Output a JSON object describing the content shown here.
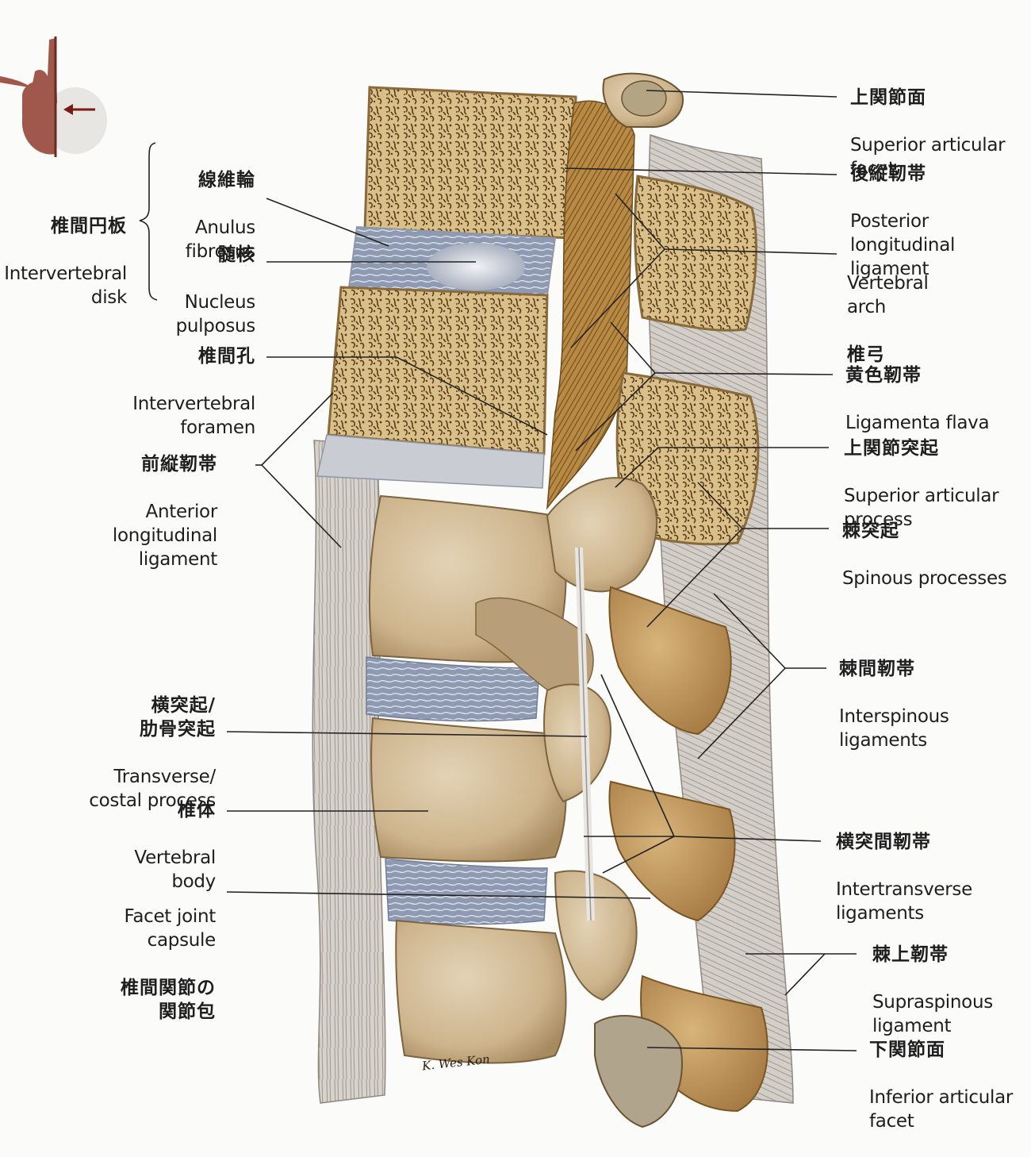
{
  "labels": {
    "left": {
      "intervertebral_disk": {
        "jp": "椎間円板",
        "en": "Intervertebral\ndisk"
      },
      "anulus_fibrosus": {
        "jp": "線維輪",
        "en": "Anulus\nfibrosus"
      },
      "nucleus_pulposus": {
        "jp": "髄核",
        "en": "Nucleus\npulposus"
      },
      "intervertebral_foramen": {
        "jp": "椎間孔",
        "en": "Intervertebral\nforamen"
      },
      "anterior_longitudinal_ligament": {
        "jp": "前縦靭帯",
        "en": "Anterior\nlongitudinal\nligament"
      },
      "transverse_costal_process": {
        "jp": "横突起/\n肋骨突起",
        "en": "Transverse/\ncostal process"
      },
      "vertebral_body": {
        "jp": "椎体",
        "en": "Vertebral\nbody"
      },
      "facet_joint_capsule": {
        "en": "Facet joint\ncapsule",
        "jp": "椎間関節の\n関節包"
      }
    },
    "right": {
      "superior_articular_facet": {
        "jp": "上関節面",
        "en": "Superior articular\nfacet"
      },
      "posterior_longitudinal_ligament": {
        "jp": "後縦靭帯",
        "en": "Posterior\nlongitudinal\nligament"
      },
      "vertebral_arch": {
        "en": "Vertebral\narch",
        "jp": "椎弓"
      },
      "ligamenta_flava": {
        "jp": "黄色靭帯",
        "en": "Ligamenta flava"
      },
      "superior_articular_process": {
        "jp": "上関節突起",
        "en": "Superior articular\nprocess"
      },
      "spinous_processes": {
        "jp": "棘突起",
        "en": "Spinous processes"
      },
      "interspinous_ligaments": {
        "jp": "棘間靭帯",
        "en": "Interspinous\nligaments"
      },
      "intertransverse_ligaments": {
        "jp": "横突間靭帯",
        "en": "Intertransverse\nligaments"
      },
      "supraspinous_ligament": {
        "jp": "棘上靭帯",
        "en": "Supraspinous\nligament"
      },
      "inferior_articular_facet": {
        "jp": "下関節面",
        "en": "Inferior articular\nfacet"
      }
    }
  },
  "signature": "K. Wes Kon",
  "colors": {
    "cut_bone": "#d9c08a",
    "bone_pore": "#5a3b16",
    "bone_surface": "#cdb48c",
    "bone_shade": "#a88a5f",
    "disk": "#c8ccd4",
    "disk_blue": "#6f7d99",
    "ligament": "#c9c5be",
    "ligament_yellow": "#b88a44",
    "thumbnail_bone": "#a0584c",
    "leader": "#222222"
  }
}
